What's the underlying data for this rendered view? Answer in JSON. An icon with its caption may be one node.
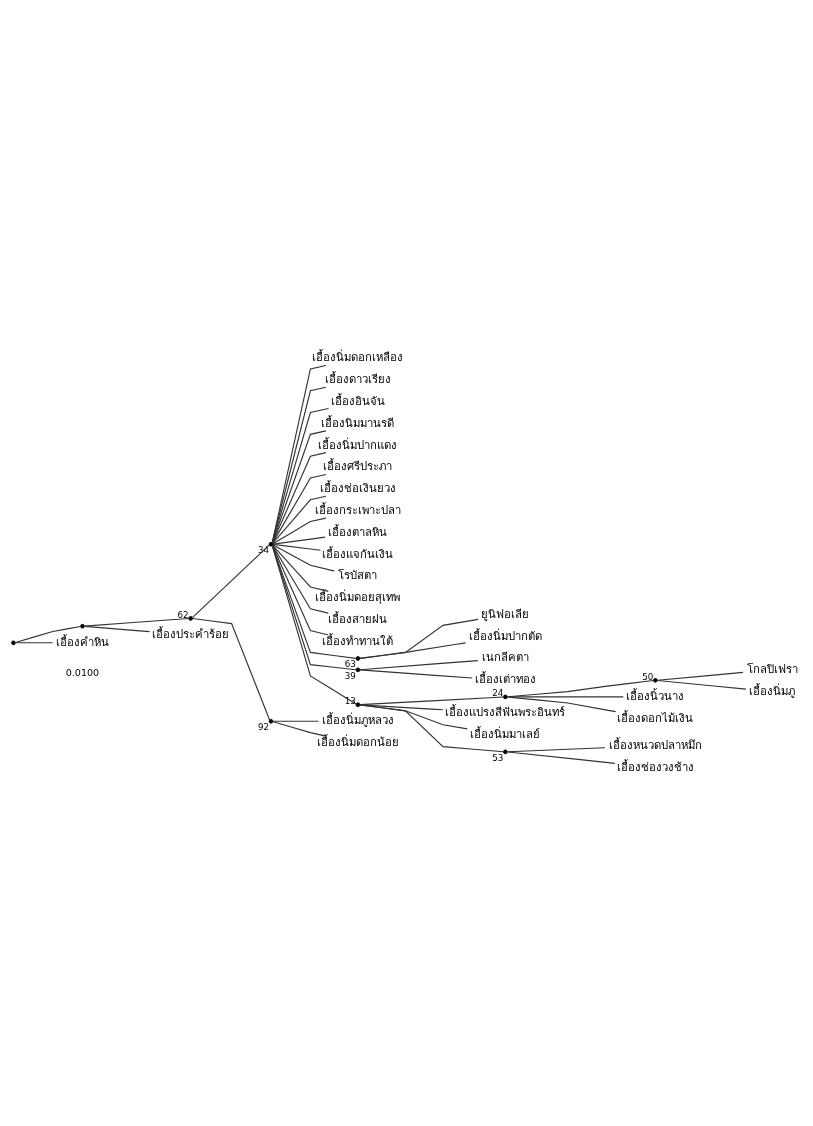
{
  "diagram": {
    "nodes": [
      {
        "text": [],
        "shape": "point"
      },
      {
        "text": [],
        "shape": "point"
      },
      {
        "text": [],
        "shape": "point",
        "beside": [
          "62"
        ]
      },
      {
        "text": [],
        "shape": "point",
        "beside": [
          "34"
        ]
      },
      {
        "text": [],
        "shape": "point",
        "beside": [
          "63"
        ]
      },
      {
        "text": [],
        "shape": "point",
        "beside": [
          "39"
        ]
      },
      {
        "text": [],
        "shape": "point",
        "beside": [
          "13"
        ]
      },
      {
        "text": [],
        "shape": "point",
        "beside": [
          "24"
        ]
      },
      {
        "text": [],
        "shape": "point",
        "beside": [
          "50"
        ]
      },
      {
        "text": [],
        "shape": "point",
        "beside": [
          "53"
        ]
      },
      {
        "text": [],
        "shape": "point",
        "beside": [
          "92"
        ]
      },
      {
        "text": [
          "เอื้องนิ่มดอกเหลือง"
        ]
      },
      {
        "text": [
          "เอื้องดาวเรียง"
        ]
      },
      {
        "text": [
          "เอื้องอินจัน"
        ]
      },
      {
        "text": [
          "เอื้องนิมมานรดี"
        ]
      },
      {
        "text": [
          "เอื้องนิ่มปากแดง"
        ]
      },
      {
        "text": [
          "เอื้องศรีประภา"
        ]
      },
      {
        "text": [
          "เอื้องช่อเงินยวง"
        ]
      },
      {
        "text": [
          "เอื้องกระเพาะปลา"
        ]
      },
      {
        "text": [
          "เอื้องตาลหิน"
        ]
      },
      {
        "text": [
          "เอื้องแจกันเงิน"
        ]
      },
      {
        "text": [
          "โรบัสตา"
        ]
      },
      {
        "text": [
          "เอื้องนิ่มดอยสุเทพ"
        ]
      },
      {
        "text": [
          "เอื้องสายฝน"
        ]
      },
      {
        "text": [
          "เอื้องทำทานใต้"
        ]
      },
      {
        "text": [
          "ยูนิฟอเลีย"
        ]
      },
      {
        "text": [
          "เอื้องนิ่มปากตัด"
        ]
      },
      {
        "text": [
          "เนกลีคตา"
        ]
      },
      {
        "text": [
          "เอื้องเต่าทอง"
        ]
      },
      {
        "text": [
          "โกลปิเฟรา"
        ]
      },
      {
        "text": [
          "เอื้องนิ่มภู"
        ]
      },
      {
        "text": [
          "เอื้องนิ้วนาง"
        ]
      },
      {
        "text": [
          "เอื้องดอกไม้เงิน"
        ]
      },
      {
        "text": [
          "เอื้องแปรงสีฟันพระอินทร์"
        ]
      },
      {
        "text": [
          "เอื้องนิ่มมาเลย์"
        ]
      },
      {
        "text": [
          "เอื้องหนวดปลาหมึก"
        ]
      },
      {
        "text": [
          "เอื้องช่องวงช้าง"
        ]
      },
      {
        "text": [
          "เอื้องนิ่มภูหลวง"
        ]
      },
      {
        "text": [
          "เอื้องนิ่มดอกน้อย"
        ]
      },
      {
        "text": [
          "เอื้องประคำร้อย"
        ]
      },
      {
        "text": [
          "เอื้องคำหิน"
        ]
      }
    ],
    "edges": [
      {
        "from": 0,
        "to": 1,
        "arrow": "none"
      },
      {
        "from": 0,
        "to": 40,
        "arrow": "none"
      },
      {
        "from": 1,
        "to": 2,
        "arrow": "none"
      },
      {
        "from": 1,
        "to": 39,
        "arrow": "none"
      },
      {
        "from": 2,
        "to": 3,
        "arrow": "none"
      },
      {
        "from": 2,
        "to": 10,
        "arrow": "none"
      },
      {
        "from": 3,
        "to": 11,
        "arrow": "none"
      },
      {
        "from": 3,
        "to": 12,
        "arrow": "none"
      },
      {
        "from": 3,
        "to": 13,
        "arrow": "none"
      },
      {
        "from": 3,
        "to": 14,
        "arrow": "none"
      },
      {
        "from": 3,
        "to": 15,
        "arrow": "none"
      },
      {
        "from": 3,
        "to": 16,
        "arrow": "none"
      },
      {
        "from": 3,
        "to": 17,
        "arrow": "none"
      },
      {
        "from": 3,
        "to": 18,
        "arrow": "none"
      },
      {
        "from": 3,
        "to": 19,
        "arrow": "none"
      },
      {
        "from": 3,
        "to": 20,
        "arrow": "none"
      },
      {
        "from": 3,
        "to": 21,
        "arrow": "none"
      },
      {
        "from": 3,
        "to": 22,
        "arrow": "none"
      },
      {
        "from": 3,
        "to": 23,
        "arrow": "none"
      },
      {
        "from": 3,
        "to": 24,
        "arrow": "none"
      },
      {
        "from": 3,
        "to": 4,
        "arrow": "none"
      },
      {
        "from": 4,
        "to": 25,
        "arrow": "none"
      },
      {
        "from": 4,
        "to": 26,
        "arrow": "none"
      },
      {
        "from": 3,
        "to": 5,
        "arrow": "none"
      },
      {
        "from": 5,
        "to": 27,
        "arrow": "none"
      },
      {
        "from": 5,
        "to": 28,
        "arrow": "none"
      },
      {
        "from": 3,
        "to": 6,
        "arrow": "none"
      },
      {
        "from": 6,
        "to": 7,
        "arrow": "none"
      },
      {
        "from": 7,
        "to": 8,
        "arrow": "none"
      },
      {
        "from": 8,
        "to": 29,
        "arrow": "none"
      },
      {
        "from": 8,
        "to": 30,
        "arrow": "none"
      },
      {
        "from": 7,
        "to": 31,
        "arrow": "none"
      },
      {
        "from": 7,
        "to": 32,
        "arrow": "none"
      },
      {
        "from": 6,
        "to": 33,
        "arrow": "none"
      },
      {
        "from": 6,
        "to": 34,
        "arrow": "none"
      },
      {
        "from": 6,
        "to": 9,
        "arrow": "none"
      },
      {
        "from": 9,
        "to": 35,
        "arrow": "none"
      },
      {
        "from": 9,
        "to": 36,
        "arrow": "none"
      },
      {
        "from": 10,
        "to": 37,
        "arrow": "none"
      },
      {
        "from": 10,
        "to": 38,
        "arrow": "none"
      }
    ],
    "labels": [
      "0.0100"
    ]
  }
}
